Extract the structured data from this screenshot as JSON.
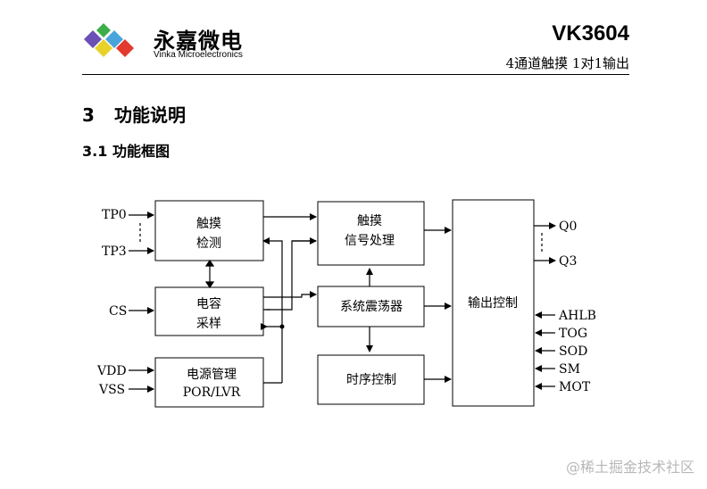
{
  "header": {
    "company_cn": "永嘉微电",
    "company_en": "Vinka Microelectronics",
    "model": "VK3604",
    "subtitle": "4通道触摸 1对1输出"
  },
  "section": {
    "number": "3",
    "title": "功能说明"
  },
  "subsection": {
    "number": "3.1",
    "title": "功能框图"
  },
  "diagram": {
    "blocks": {
      "touch_detect": [
        "触摸",
        "检测"
      ],
      "cap_sample": [
        "电容",
        "采样"
      ],
      "power_mgmt": [
        "电源管理",
        "POR/LVR"
      ],
      "touch_signal": [
        "触摸",
        "信号处理"
      ],
      "oscillator": "系统震荡器",
      "timing": "时序控制",
      "output": "输出控制"
    },
    "pins_in": {
      "tp0": "TP0",
      "tp3": "TP3",
      "cs": "CS",
      "vdd": "VDD",
      "vss": "VSS"
    },
    "pins_out": {
      "q0": "Q0",
      "q3": "Q3"
    },
    "pins_right_in": [
      "AHLB",
      "TOG",
      "SOD",
      "SM",
      "MOT"
    ]
  },
  "watermark": "@稀土掘金技术社区"
}
